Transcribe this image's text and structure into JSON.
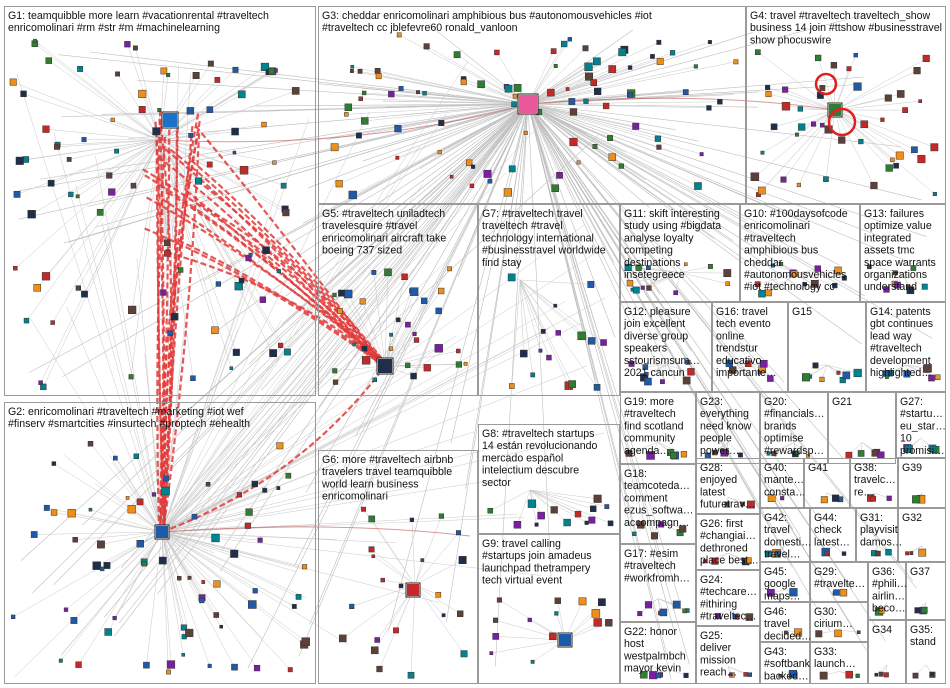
{
  "groups": [
    {
      "id": "g1",
      "lines": [
        "G1: teamquibble more learn #vacationrental #traveltech",
        "enricomolinari #rm #str #m #machinelearning"
      ]
    },
    {
      "id": "g2",
      "lines": [
        "G2: enricomolinari #traveltech #marketing #iot wef",
        "#finserv #smartcities #insurtech #proptech #ehealth"
      ]
    },
    {
      "id": "g3",
      "lines": [
        "G3: cheddar enricomolinari amphibious bus #autonomousvehicles #iot",
        "#traveltech cc jblefevre60 ronald_vanloon"
      ]
    },
    {
      "id": "g4",
      "lines": [
        "G4: travel #traveltech traveltech_show",
        "business 14 join #ttshow #businesstravel",
        "show phocuswire"
      ]
    },
    {
      "id": "g5",
      "lines": [
        "G5: #traveltech uniladtech",
        "travelesquire #travel",
        "enricomolinari aircraft take",
        "boeing 737 sized"
      ]
    },
    {
      "id": "g6",
      "lines": [
        "G6: more #traveltech airbnb",
        "travelers travel teamquibble",
        "world learn business",
        "enricomolinari"
      ]
    },
    {
      "id": "g7",
      "lines": [
        "G7: #traveltech travel",
        "traveltech #travel",
        "technology international",
        "#businesstravel worldwide",
        "find stay"
      ]
    },
    {
      "id": "g8",
      "lines": [
        "G8: #traveltech startups",
        "14 están revolucionando",
        "mercado español",
        "intelectium descubre",
        "sector"
      ]
    },
    {
      "id": "g9",
      "lines": [
        "G9: travel calling",
        "#startups join amadeus",
        "launchpad thetrampery",
        "tech virtual event"
      ]
    },
    {
      "id": "g10",
      "lines": [
        "G10: #100daysofcode",
        "enricomolinari",
        "#traveltech",
        "amphibious bus",
        "cheddar",
        "#autonomousvehicles",
        "#iot #technology cc"
      ]
    },
    {
      "id": "g11",
      "lines": [
        "G11: skift interesting",
        "study using #bigdata",
        "analyse loyalty",
        "competing",
        "destinations",
        "insetegreece"
      ]
    },
    {
      "id": "g12",
      "lines": [
        "G12: pleasure",
        "join excellent",
        "diverse group",
        "speakers",
        "sstourismsum…",
        "2021 cancun"
      ]
    },
    {
      "id": "g13",
      "lines": [
        "G13: failures",
        "optimize value",
        "integrated",
        "assets tmc",
        "space warrants",
        "organizations",
        "understand"
      ]
    },
    {
      "id": "g14",
      "lines": [
        "G14: patents",
        "gbt continues",
        "lead way",
        "#traveltech",
        "development",
        "highlighted…"
      ]
    },
    {
      "id": "g15",
      "lines": [
        "G15"
      ]
    },
    {
      "id": "g16",
      "lines": [
        "G16: travel",
        "tech evento",
        "online",
        "trendstur",
        "educativo",
        "importante…"
      ]
    },
    {
      "id": "g17",
      "lines": [
        "G17: #esim",
        "#traveltech",
        "#workfromh…"
      ]
    },
    {
      "id": "g18",
      "lines": [
        "G18:",
        "teamcoteda…",
        "comment",
        "ezus_softwa…",
        "accompagn…"
      ]
    },
    {
      "id": "g19",
      "lines": [
        "G19: more",
        "#traveltech",
        "find scotland",
        "community",
        "agenda…"
      ]
    },
    {
      "id": "g20",
      "lines": [
        "G20:",
        "#financials…",
        "brands",
        "optimise",
        "#rewardsp…"
      ]
    },
    {
      "id": "g21",
      "lines": [
        "G21"
      ]
    },
    {
      "id": "g22",
      "lines": [
        "G22: honor",
        "host",
        "westpalmbch",
        "mayor kevin"
      ]
    },
    {
      "id": "g23",
      "lines": [
        "G23:",
        "everything",
        "need know",
        "people",
        "power…"
      ]
    },
    {
      "id": "g24",
      "lines": [
        "G24:",
        "#techcare…",
        "#ithiring",
        "#traveltec…"
      ]
    },
    {
      "id": "g25",
      "lines": [
        "G25:",
        "deliver",
        "mission",
        "reach…"
      ]
    },
    {
      "id": "g26",
      "lines": [
        "G26: first",
        "#changiai…",
        "dethroned",
        "place best…"
      ]
    },
    {
      "id": "g27",
      "lines": [
        "G27:",
        "#startu…",
        "eu_star…",
        "10",
        "promisi…"
      ]
    },
    {
      "id": "g28",
      "lines": [
        "G28:",
        "enjoyed",
        "latest",
        "futuretrav…"
      ]
    },
    {
      "id": "g29",
      "lines": [
        "G29:",
        "#travelte…"
      ]
    },
    {
      "id": "g30",
      "lines": [
        "G30:",
        "cirium…"
      ]
    },
    {
      "id": "g31",
      "lines": [
        "G31:",
        "playvisit",
        "damos…"
      ]
    },
    {
      "id": "g32",
      "lines": [
        "G32"
      ]
    },
    {
      "id": "g33",
      "lines": [
        "G33:",
        "launch…"
      ]
    },
    {
      "id": "g34",
      "lines": [
        "G34"
      ]
    },
    {
      "id": "g35",
      "lines": [
        "G35:",
        "stand"
      ]
    },
    {
      "id": "g36",
      "lines": [
        "G36:",
        "#phili…",
        "airlin…",
        "beco…"
      ]
    },
    {
      "id": "g37",
      "lines": [
        "G37"
      ]
    },
    {
      "id": "g38",
      "lines": [
        "G38:",
        "travelc…",
        "re…"
      ]
    },
    {
      "id": "g39",
      "lines": [
        "G39"
      ]
    },
    {
      "id": "g40",
      "lines": [
        "G40:",
        "mante…",
        "consta…"
      ]
    },
    {
      "id": "g41",
      "lines": [
        "G41"
      ]
    },
    {
      "id": "g42",
      "lines": [
        "G42:",
        "travel",
        "domesti…",
        "travel…"
      ]
    },
    {
      "id": "g43",
      "lines": [
        "G43:",
        "#softbank",
        "backed…"
      ]
    },
    {
      "id": "g44",
      "lines": [
        "G44:",
        "check",
        "latest…"
      ]
    },
    {
      "id": "g45",
      "lines": [
        "G45:",
        "google",
        "maps…"
      ]
    },
    {
      "id": "g46",
      "lines": [
        "G46:",
        "travel",
        "decided…"
      ]
    }
  ],
  "colors": {
    "frame": "#9a9a9a",
    "edge_gray": "#c9c9c9",
    "edge_red": "#e23b3b",
    "hub_pink": "#e8589a",
    "node_dark": "#1f2e4a",
    "node_green": "#2e7d32",
    "node_blue": "#1e5aa8",
    "node_red": "#c62828",
    "node_orange": "#ef8f1a"
  }
}
